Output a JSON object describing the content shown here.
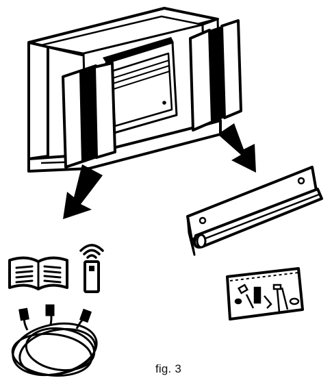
{
  "figure": {
    "caption": "fig. 3",
    "colors": {
      "ink": "#000000",
      "paper": "#ffffff"
    },
    "items": [
      {
        "name": "unpacked-box-with-heater",
        "icon": "open-carton-icon"
      },
      {
        "name": "instruction-manual",
        "icon": "open-book-icon"
      },
      {
        "name": "remote-control",
        "icon": "remote-control-icon"
      },
      {
        "name": "cable-bundle",
        "icon": "coiled-cable-icon"
      },
      {
        "name": "wall-mounting-bracket",
        "icon": "mounting-bracket-icon"
      },
      {
        "name": "screw-and-plug-bag",
        "icon": "hardware-bag-icon"
      }
    ]
  }
}
